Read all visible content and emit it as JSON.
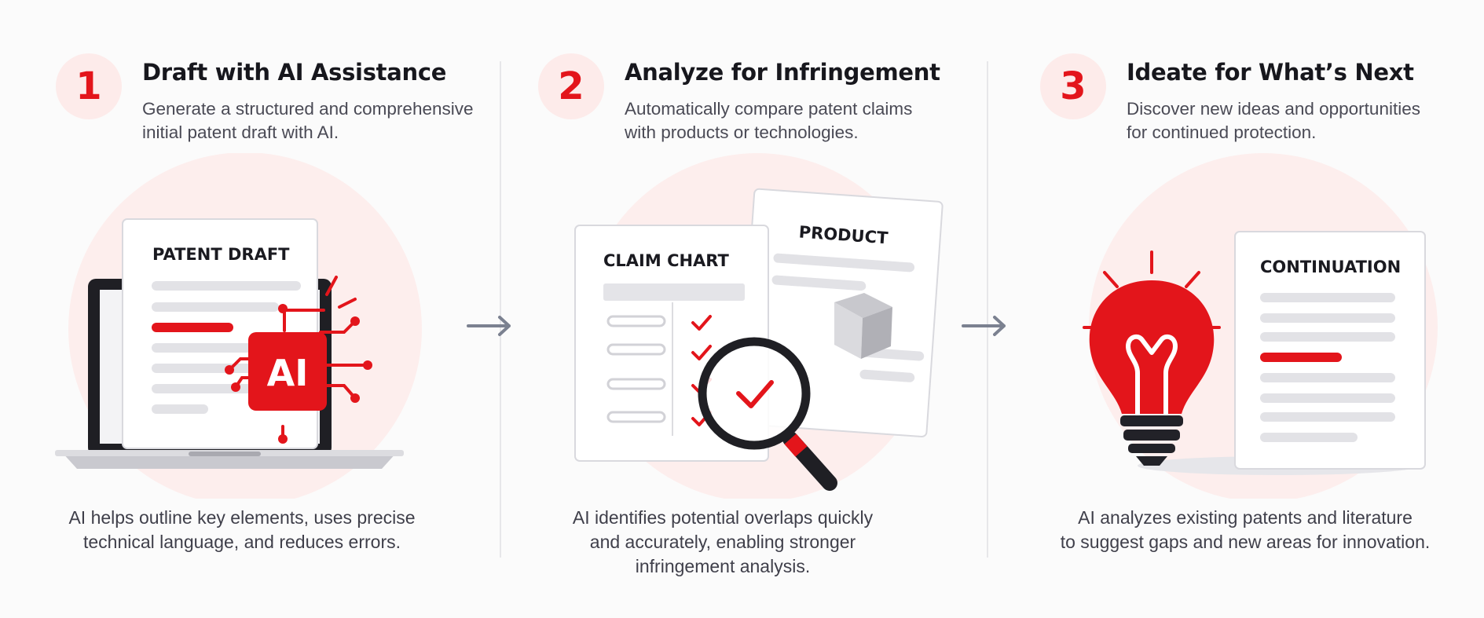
{
  "steps": [
    {
      "number": "1",
      "title": "Draft with AI Assistance",
      "description": "Generate a structured and comprehensive\ninitial patent draft with AI.",
      "illustration": {
        "document_label": "PATENT DRAFT",
        "chip_label": "AI",
        "icons": [
          "laptop-icon",
          "document-icon",
          "ai-chip-icon"
        ]
      },
      "footer": "AI helps outline key elements, uses precise\ntechnical language, and reduces errors."
    },
    {
      "number": "2",
      "title": "Analyze for Infringement",
      "description": "Automatically compare patent claims\nwith products or technologies.",
      "illustration": {
        "document_label": "CLAIM CHART",
        "secondary_label": "PRODUCT",
        "icons": [
          "claim-chart-icon",
          "product-document-icon",
          "box-icon",
          "magnifier-icon",
          "checkmark-icon"
        ]
      },
      "footer": "AI identifies potential overlaps quickly\nand accurately, enabling stronger\ninfringement analysis."
    },
    {
      "number": "3",
      "title": "Ideate for What’s Next",
      "description": "Discover new ideas and opportunities\nfor continued protection.",
      "illustration": {
        "document_label": "CONTINUATION",
        "icons": [
          "lightbulb-icon",
          "document-icon"
        ]
      },
      "footer": "AI analyzes existing patents and literature\nto suggest gaps and new areas for innovation."
    }
  ],
  "connectors": [
    "arrow-right-icon",
    "arrow-right-icon"
  ],
  "colors": {
    "accent": "#e3151b",
    "accent_light": "#fdebea",
    "text": "#1c1c22",
    "muted": "#4a4a55",
    "line": "#e4e4e8"
  }
}
